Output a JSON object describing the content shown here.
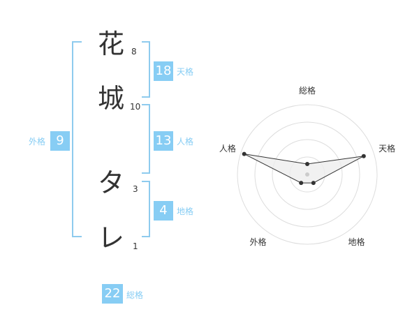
{
  "name": {
    "chars": [
      {
        "char": "花",
        "strokes": "8"
      },
      {
        "char": "城",
        "strokes": "10"
      },
      {
        "char": "タ",
        "strokes": "3"
      },
      {
        "char": "レ",
        "strokes": "1"
      }
    ]
  },
  "fortunes": {
    "tenkaku": {
      "value": "18",
      "label": "天格"
    },
    "jinkaku": {
      "value": "13",
      "label": "人格"
    },
    "chikaku": {
      "value": "4",
      "label": "地格"
    },
    "gaikaku": {
      "value": "9",
      "label": "外格"
    },
    "soukaku": {
      "value": "22",
      "label": "総格"
    }
  },
  "radar": {
    "axes": [
      "総格",
      "天格",
      "地格",
      "外格",
      "人格"
    ],
    "levels": 4,
    "values": [
      0.15,
      0.85,
      0.15,
      0.15,
      0.95
    ],
    "colors": {
      "grid": "#dddddd",
      "fill": "#eeeeee",
      "stroke": "#333333",
      "point": "#333333",
      "center": "#cccccc"
    }
  }
}
